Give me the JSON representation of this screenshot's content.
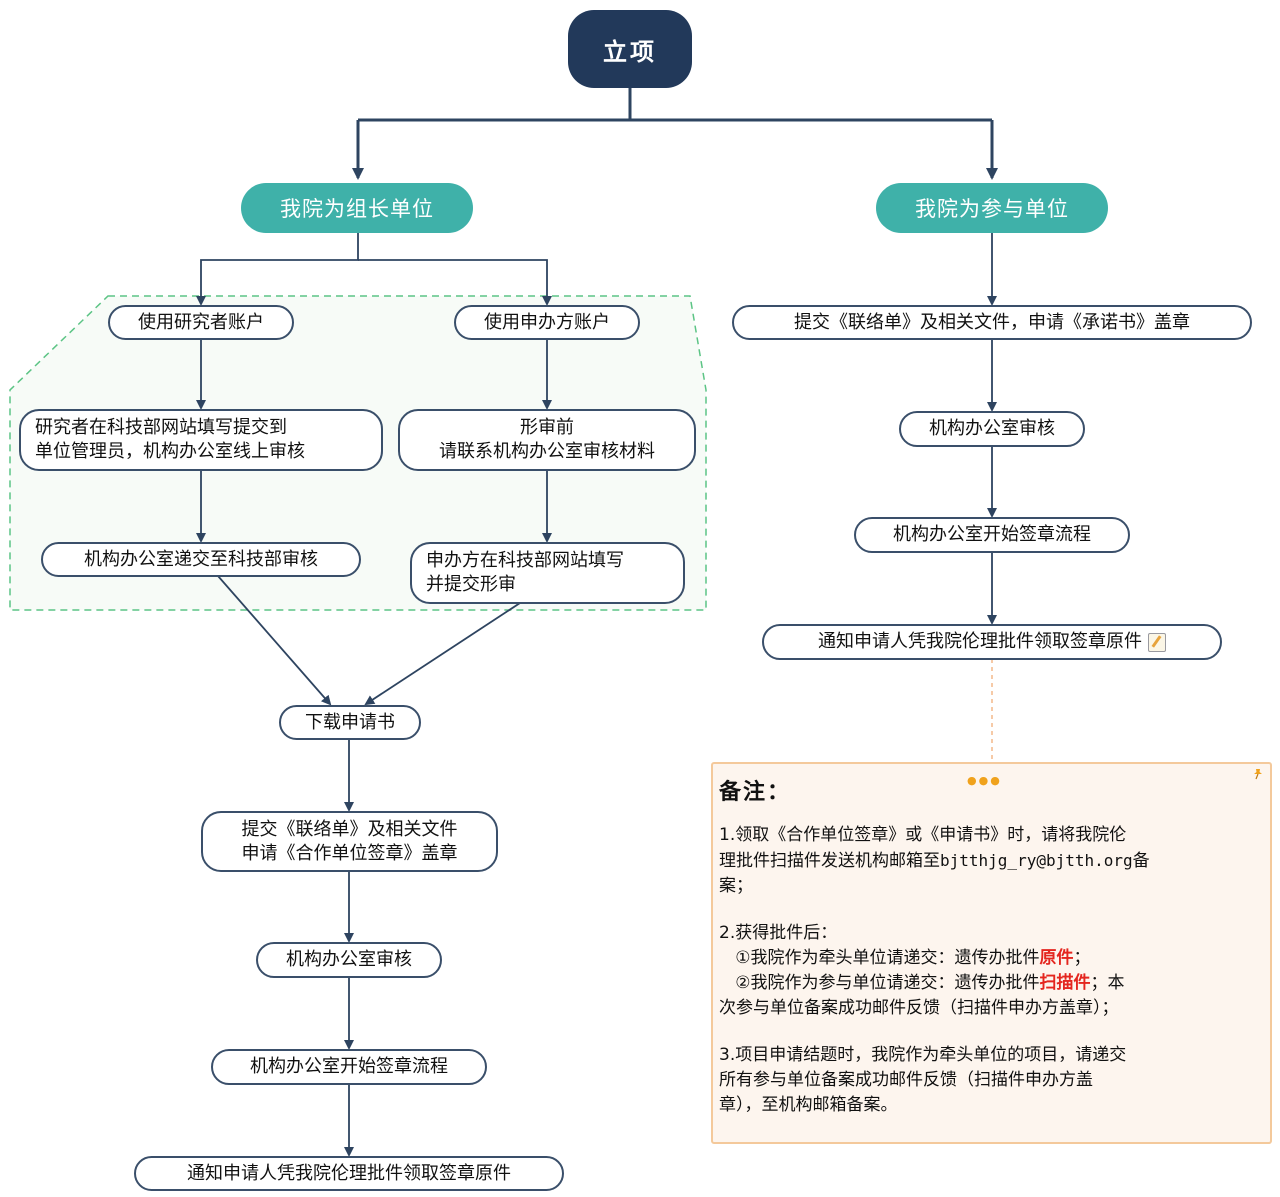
{
  "root": {
    "label": "立项"
  },
  "branches": {
    "leader": "我院为组长单位",
    "participant": "我院为参与单位"
  },
  "leader_flow": {
    "researcher_account": "使用研究者账户",
    "sponsor_account": "使用申办方账户",
    "researcher_fill": [
      "研究者在科技部网站填写提交到",
      "单位管理员，机构办公室线上审核"
    ],
    "pre_review": [
      "形审前",
      "请联系机构办公室审核材料"
    ],
    "office_submit": "机构办公室递交至科技部审核",
    "sponsor_fill": [
      "申办方在科技部网站填写",
      "并提交形审"
    ],
    "download": "下载申请书",
    "submit_form": [
      "提交《联络单》及相关文件",
      "申请《合作单位签章》盖章"
    ],
    "office_review": "机构办公室审核",
    "office_seal": "机构办公室开始签章流程",
    "notify": "通知申请人凭我院伦理批件领取签章原件"
  },
  "participant_flow": {
    "submit_form": "提交《联络单》及相关文件，申请《承诺书》盖章",
    "office_review": "机构办公室审核",
    "office_seal": "机构办公室开始签章流程",
    "notify": "通知申请人凭我院伦理批件领取签章原件"
  },
  "note": {
    "title": "备注：",
    "item1_a": "1.领取《合作单位签章》或《申请书》时，请将我院伦",
    "item1_b": "理批件扫描件发送机构邮箱至",
    "item1_email": "bjtthjg_ry@bjtth.org",
    "item1_c": "备",
    "item1_d": "案；",
    "item2_head": "2.获得批件后：",
    "item2_1_pre": "   ①我院作为牵头单位请递交：遗传办批件",
    "item2_1_hl": "原件",
    "item2_1_post": "；",
    "item2_2_pre": "   ②我院作为参与单位请递交：遗传办批件",
    "item2_2_hl": "扫描件",
    "item2_2_post": "；本",
    "item2_2_b": "次参与单位备案成功邮件反馈（扫描件申办方盖章）；",
    "item3_a": "3.项目申请结题时，我院作为牵头单位的项目，请递交",
    "item3_b": "所有参与单位备案成功邮件反馈（扫描件申办方盖",
    "item3_c": "章），至机构邮箱备案。"
  },
  "colors": {
    "root": "#22395a",
    "branch": "#3fb1a9",
    "connector": "#2e4460",
    "group_border": "#5cc485",
    "note_border": "#f4c99b",
    "note_bg": "#fdf5ee",
    "highlight": "#e4261f"
  },
  "icons": [
    "note-edit-icon",
    "pin-icon",
    "more-dots-icon"
  ]
}
